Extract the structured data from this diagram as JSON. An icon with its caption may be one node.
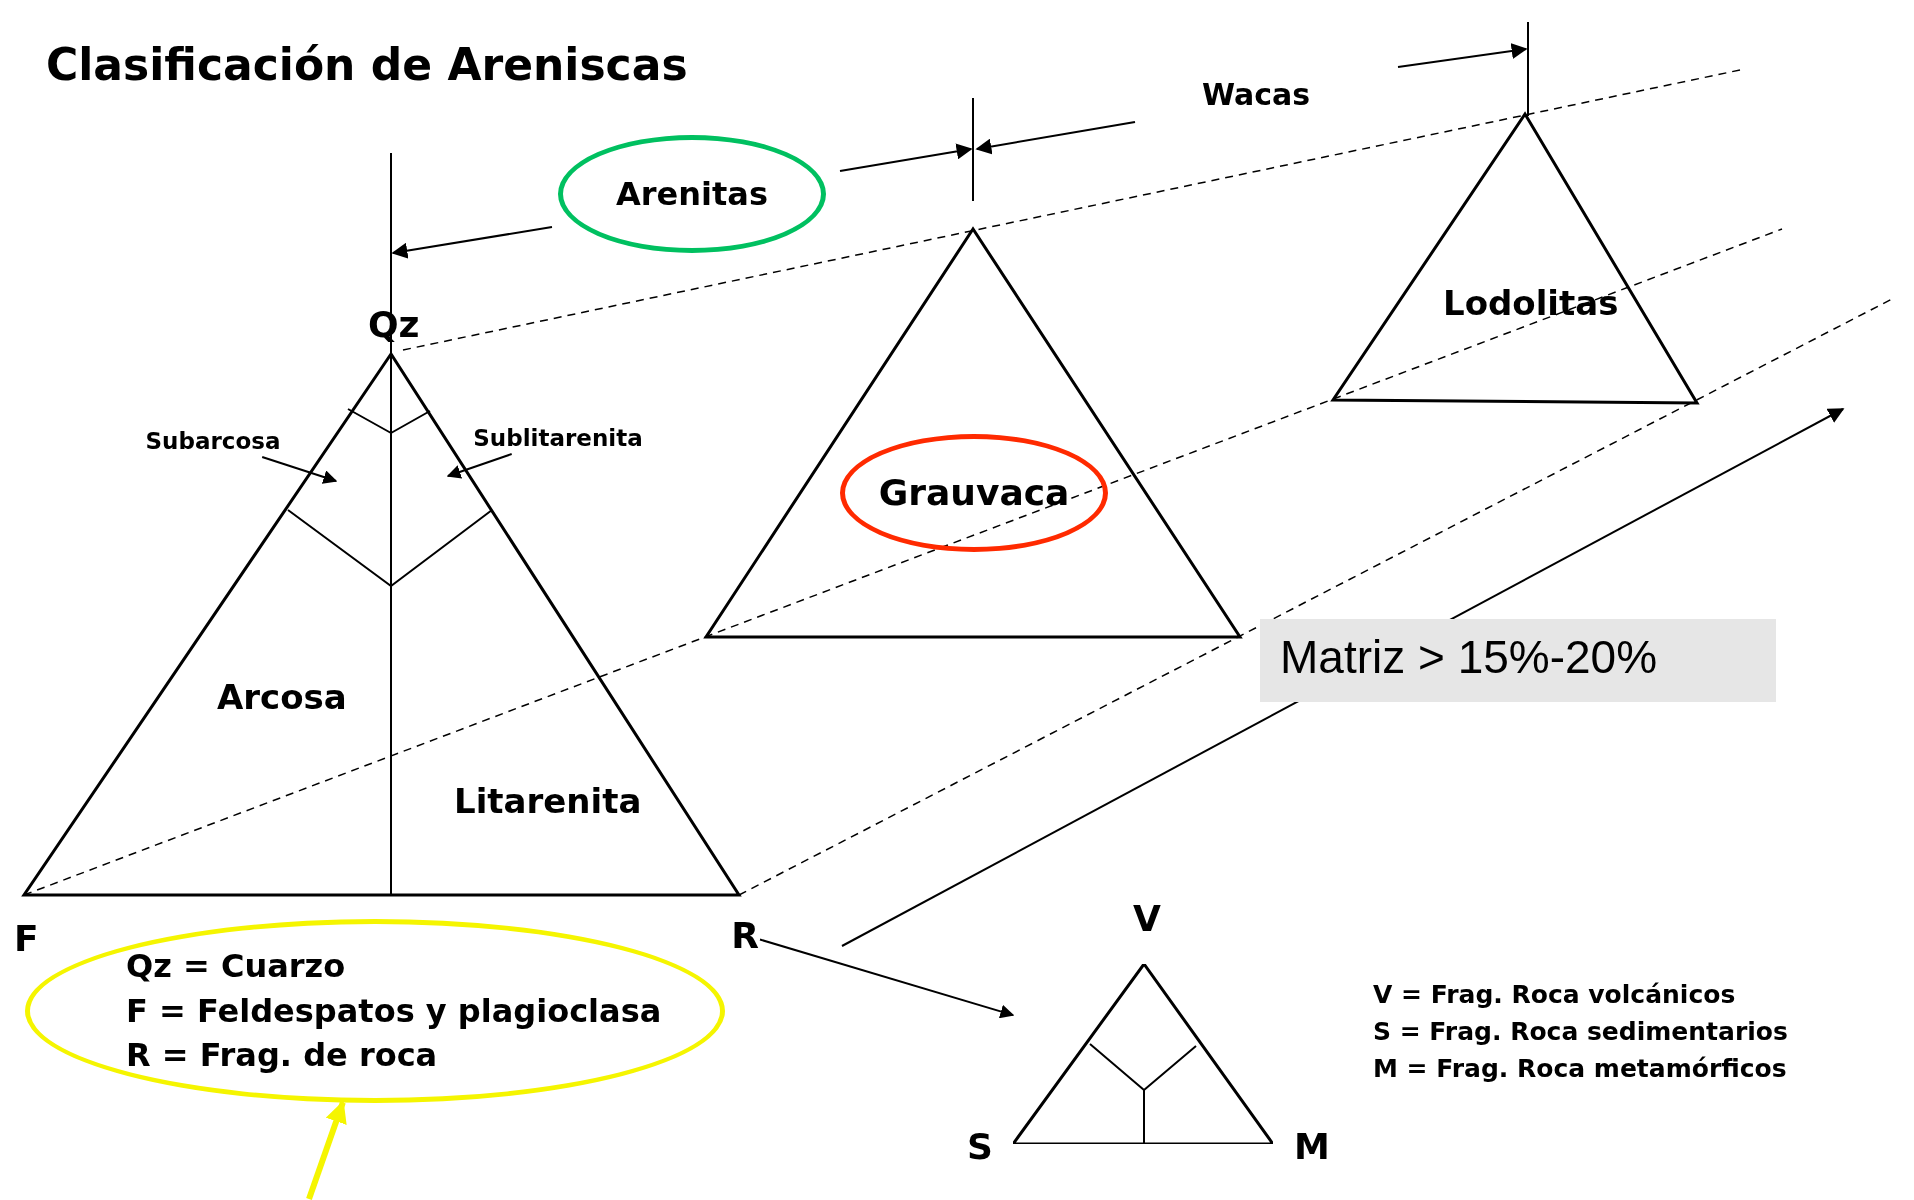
{
  "diagram": {
    "title": "Clasificación de Areniscas",
    "nodes": [
      {
        "text": [
          "Arenitas"
        ]
      },
      {
        "text": [
          "Subarcosa"
        ]
      },
      {
        "text": [
          "Sublitarenita"
        ]
      },
      {
        "text": [
          "Grauvaca"
        ]
      },
      {
        "text": [
          "R"
        ]
      },
      {
        "text": [],
        "shape": "triangle"
      },
      {
        "text": [
          "Qz = Cuarzo",
          "F = Feldespatos y plagioclasa",
          "R = Frag. de roca"
        ]
      }
    ],
    "edges": [
      {
        "from": 1,
        "to": null,
        "arrow": "to"
      },
      {
        "from": 2,
        "to": null,
        "arrow": "to"
      },
      {
        "from": 4,
        "to": 5,
        "arrow": "to"
      },
      {
        "from": null,
        "to": 6,
        "arrow": "to",
        "style": "thick",
        "color": "#f5f500"
      }
    ],
    "labels": [
      "Wacas",
      "Qz",
      "Lodolitas",
      "Arcosa",
      "Matriz > 15%-20%",
      "Litarenita",
      "F",
      "V",
      "V = Frag. Roca volcánicos",
      "S = Frag. Roca sedimentarios",
      "M = Frag. Roca metamórficos",
      "S",
      "M"
    ]
  }
}
